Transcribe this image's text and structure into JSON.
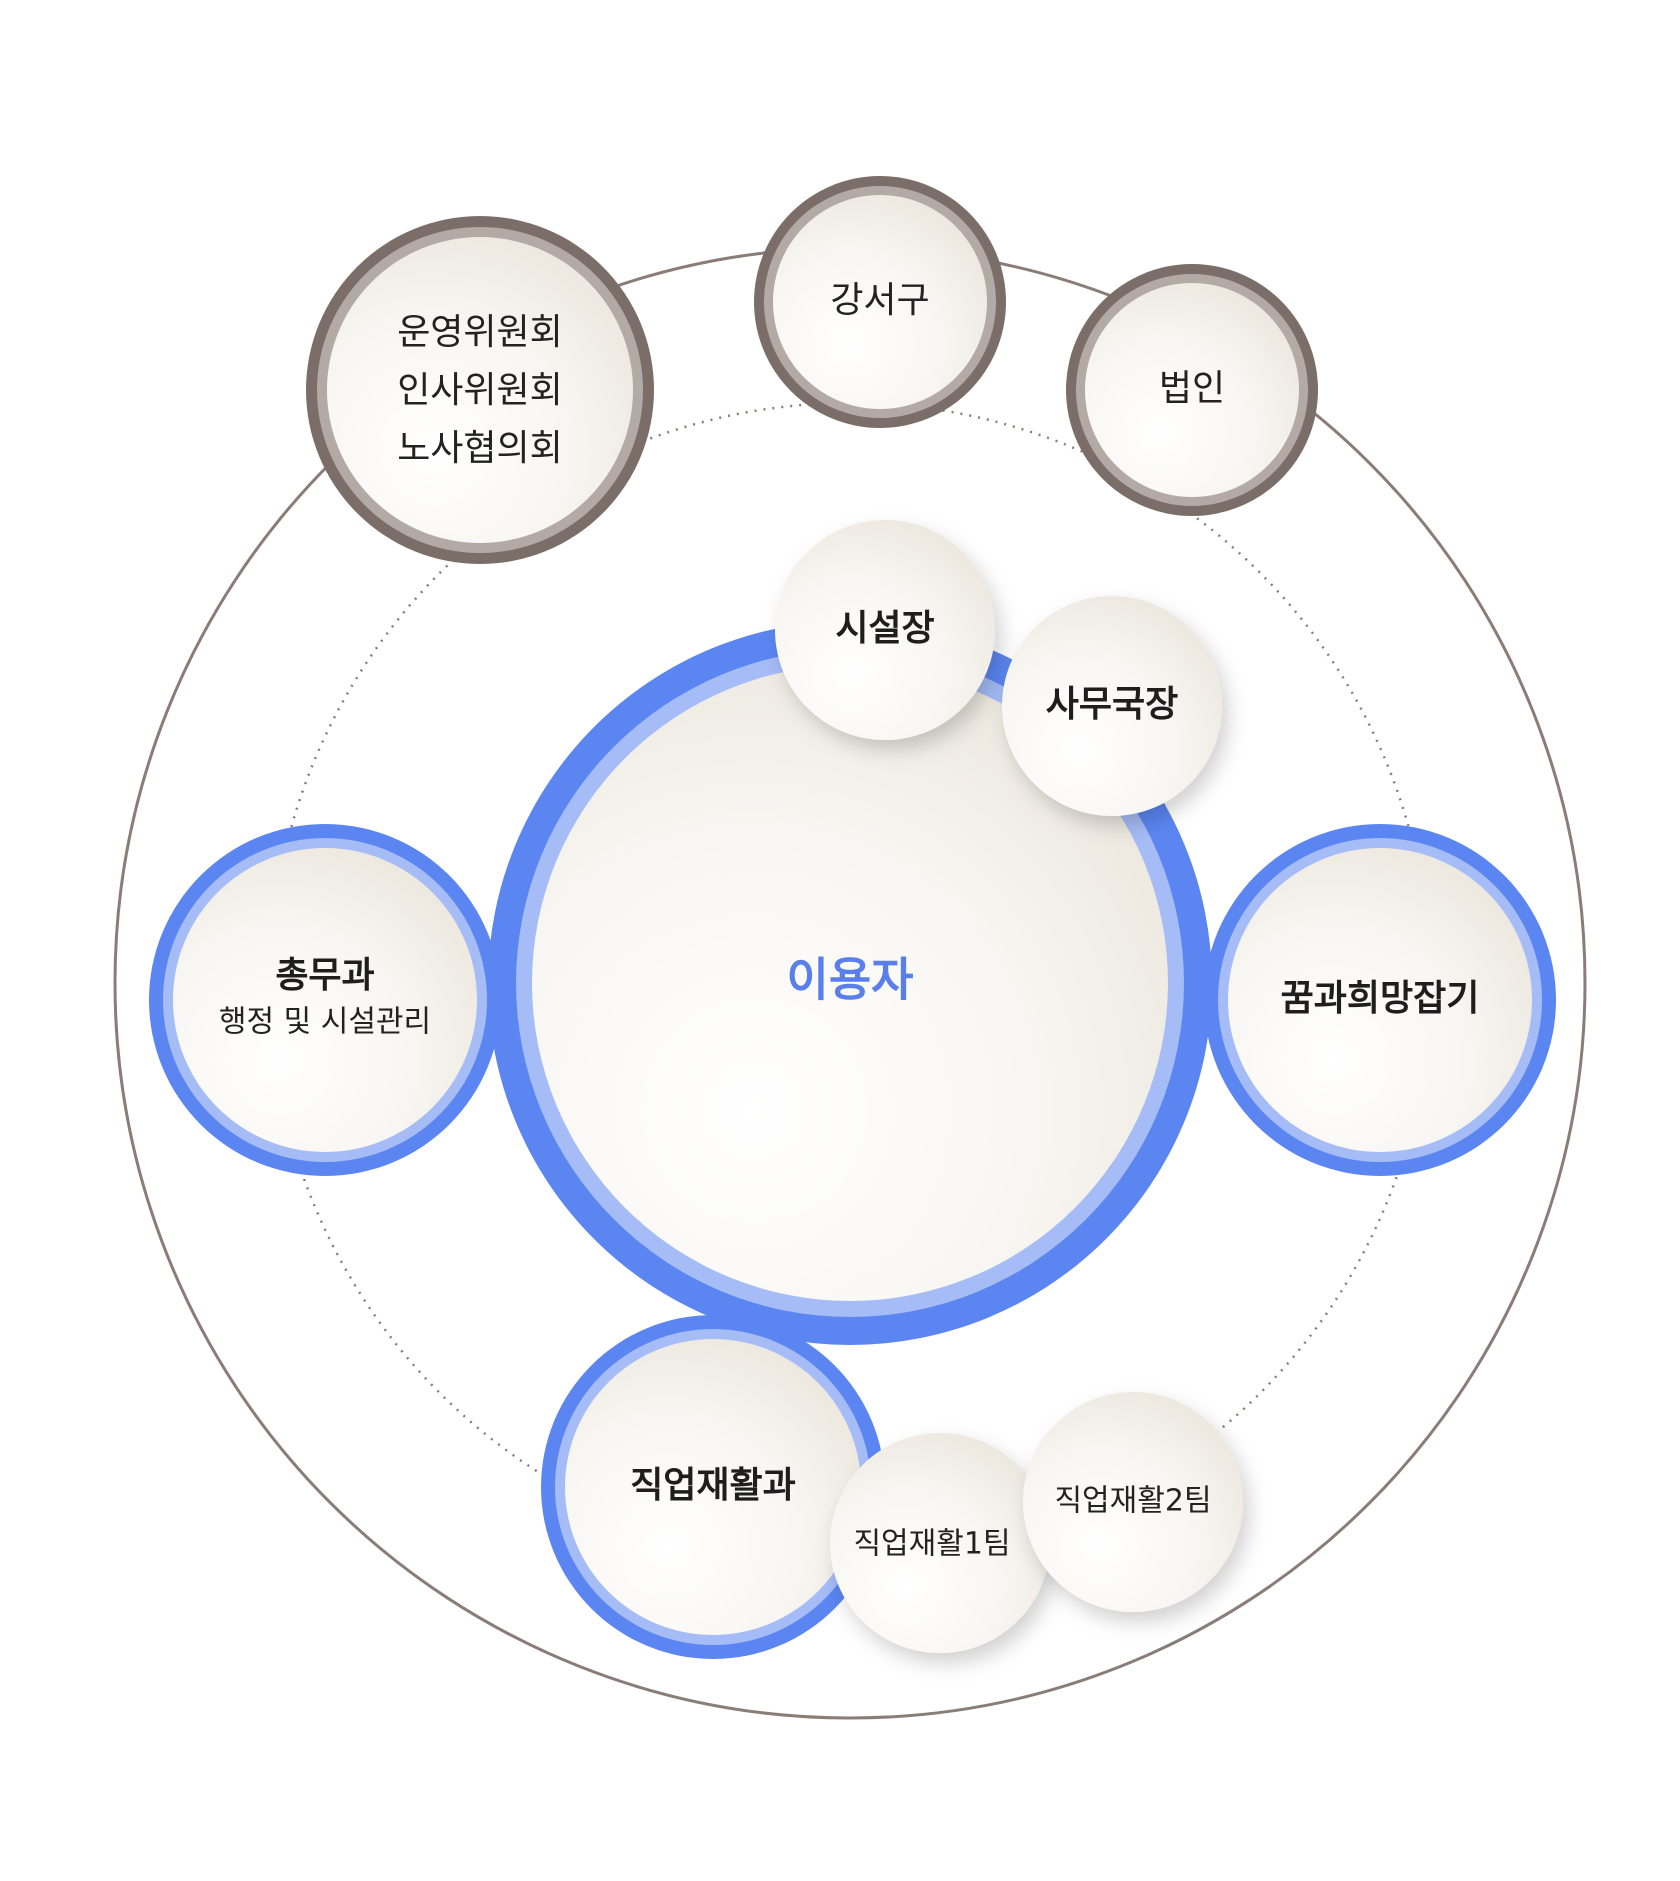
{
  "center": {
    "label": "이용자"
  },
  "outer_nodes": {
    "committee": {
      "lines": [
        "운영위원회",
        "인사위원회",
        "노사협의회"
      ]
    },
    "gangseo": {
      "label": "강서구"
    },
    "corporation": {
      "label": "법인"
    }
  },
  "leaders": {
    "director": {
      "label": "시설장"
    },
    "secretary_general": {
      "label": "사무국장"
    }
  },
  "departments": {
    "general_affairs": {
      "title": "총무과",
      "subtitle": "행정 및 시설관리"
    },
    "dream_hope": {
      "title": "꿈과희망잡기"
    },
    "vocational_rehab": {
      "title": "직업재활과"
    }
  },
  "teams": {
    "team1": {
      "label": "직업재활1팀"
    },
    "team2": {
      "label": "직업재활2팀"
    }
  },
  "colors": {
    "blue_ring": "#5b86f2",
    "blue_ring_inner": "#a5bcf7",
    "brown_ring": "#7b6e69",
    "brown_ring_inner": "#b3aaa6",
    "center_text": "#5b7fea",
    "outer_line": "#8a7d78"
  }
}
